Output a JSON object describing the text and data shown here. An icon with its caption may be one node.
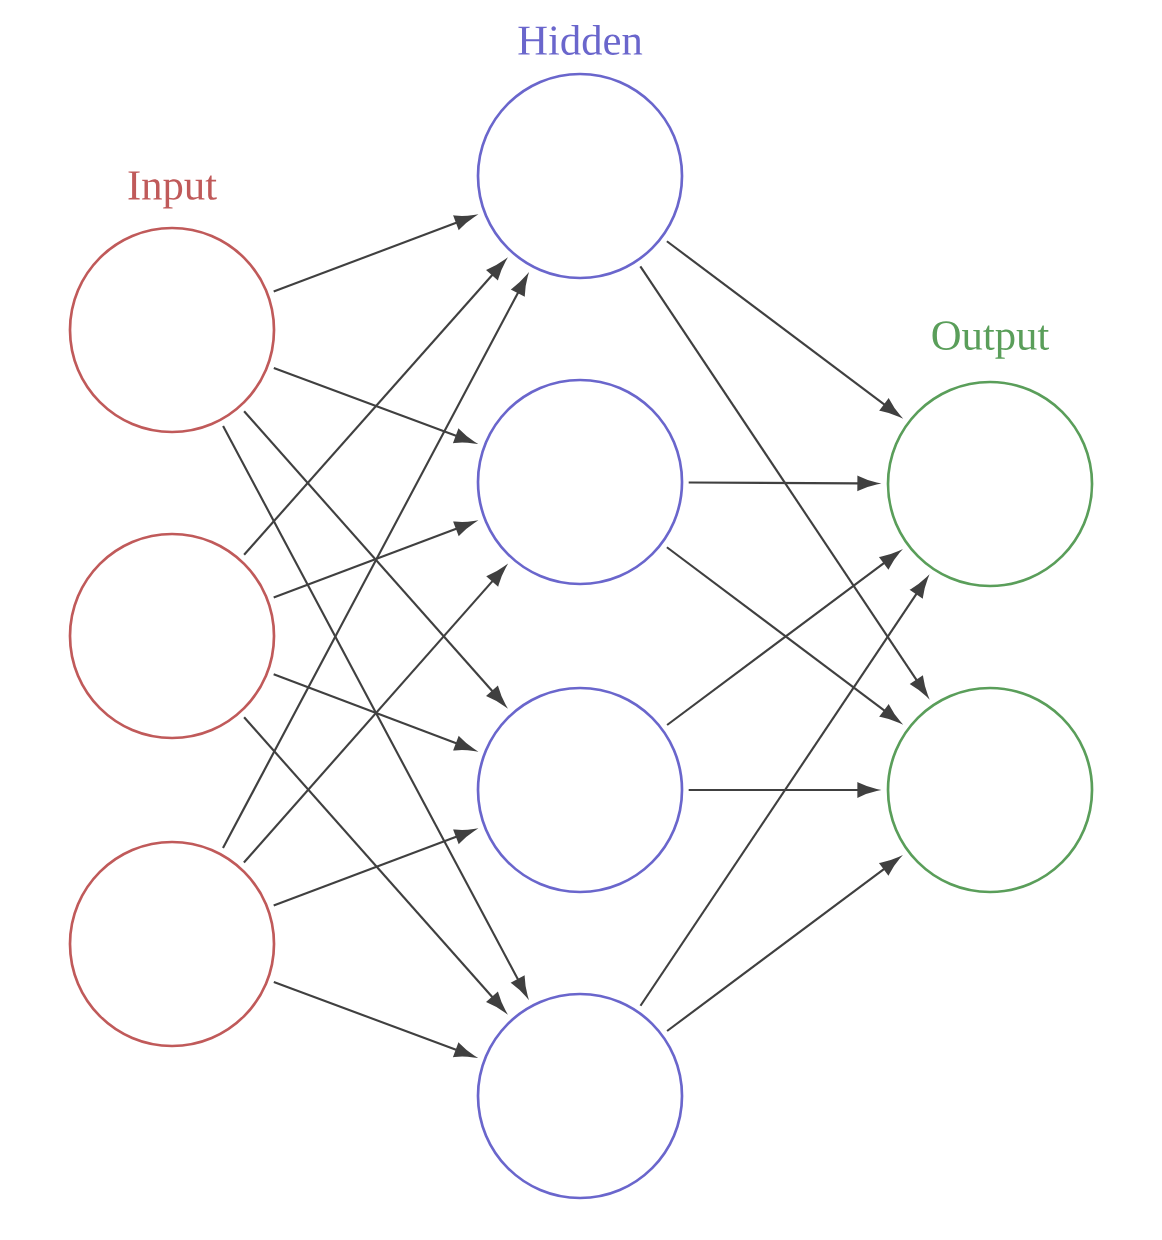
{
  "diagram": {
    "nodes": [
      {
        "text": [],
        "shape": "circle"
      },
      {
        "text": [],
        "shape": "circle"
      },
      {
        "text": [],
        "shape": "circle"
      },
      {
        "text": [],
        "shape": "circle"
      },
      {
        "text": [],
        "shape": "circle"
      },
      {
        "text": [],
        "shape": "circle"
      },
      {
        "text": [],
        "shape": "circle"
      },
      {
        "text": [],
        "shape": "circle"
      },
      {
        "text": [],
        "shape": "circle"
      }
    ],
    "edges": [
      {
        "from": 0,
        "to": 3,
        "arrow": "to"
      },
      {
        "from": 0,
        "to": 4,
        "arrow": "to"
      },
      {
        "from": 0,
        "to": 5,
        "arrow": "to"
      },
      {
        "from": 0,
        "to": 6,
        "arrow": "to"
      },
      {
        "from": 1,
        "to": 3,
        "arrow": "to"
      },
      {
        "from": 1,
        "to": 4,
        "arrow": "to"
      },
      {
        "from": 1,
        "to": 5,
        "arrow": "to"
      },
      {
        "from": 1,
        "to": 6,
        "arrow": "to"
      },
      {
        "from": 2,
        "to": 3,
        "arrow": "to"
      },
      {
        "from": 2,
        "to": 4,
        "arrow": "to"
      },
      {
        "from": 2,
        "to": 5,
        "arrow": "to"
      },
      {
        "from": 2,
        "to": 6,
        "arrow": "to"
      },
      {
        "from": 3,
        "to": 7,
        "arrow": "to"
      },
      {
        "from": 3,
        "to": 8,
        "arrow": "to"
      },
      {
        "from": 4,
        "to": 7,
        "arrow": "to"
      },
      {
        "from": 4,
        "to": 8,
        "arrow": "to"
      },
      {
        "from": 5,
        "to": 7,
        "arrow": "to"
      },
      {
        "from": 5,
        "to": 8,
        "arrow": "to"
      },
      {
        "from": 6,
        "to": 7,
        "arrow": "to"
      },
      {
        "from": 6,
        "to": 8,
        "arrow": "to"
      }
    ],
    "labels": [
      "Hidden",
      "Input",
      "Output"
    ]
  }
}
